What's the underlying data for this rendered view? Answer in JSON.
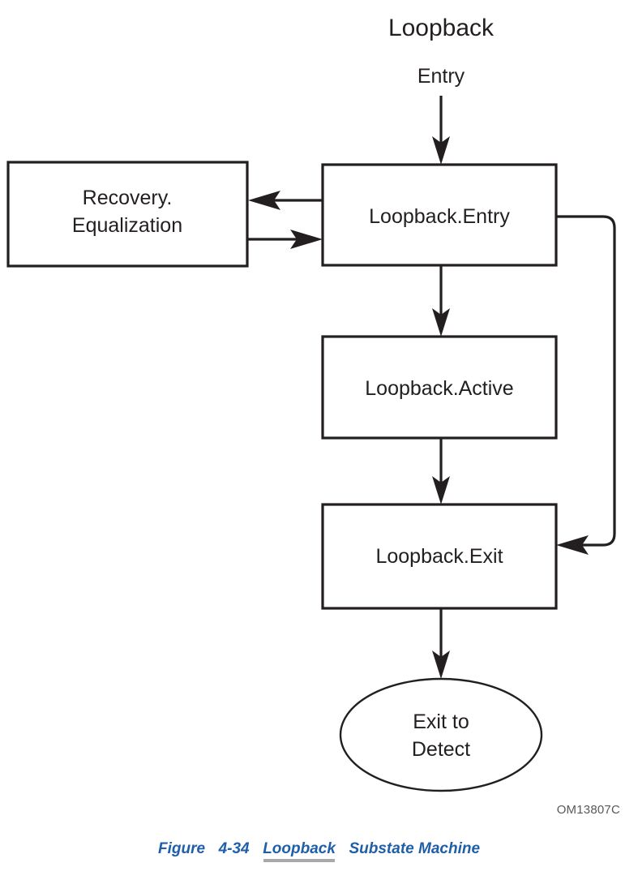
{
  "diagram": {
    "title": "Loopback",
    "entry_label": "Entry",
    "figure_id": "OM13807C",
    "colors": {
      "stroke": "#231f20",
      "background": "#ffffff",
      "caption": "#1f5fa9",
      "figure_id": "#58595b",
      "highlight": "#a7a9ac"
    },
    "nodes": [
      {
        "id": "recovery-equalization",
        "shape": "rect",
        "line1": "Recovery.",
        "line2": "Equalization"
      },
      {
        "id": "loopback-entry",
        "shape": "rect",
        "label": "Loopback.Entry"
      },
      {
        "id": "loopback-active",
        "shape": "rect",
        "label": "Loopback.Active"
      },
      {
        "id": "loopback-exit",
        "shape": "rect",
        "label": "Loopback.Exit"
      },
      {
        "id": "exit-to-detect",
        "shape": "ellipse",
        "line1": "Exit to",
        "line2": "Detect"
      }
    ],
    "edges": [
      {
        "id": "entry-to-loopback-entry",
        "from": "Entry",
        "to": "Loopback.Entry"
      },
      {
        "id": "loopback-entry-to-recovery",
        "from": "Loopback.Entry",
        "to": "Recovery.Equalization"
      },
      {
        "id": "recovery-to-loopback-entry",
        "from": "Recovery.Equalization",
        "to": "Loopback.Entry"
      },
      {
        "id": "loopback-entry-to-active",
        "from": "Loopback.Entry",
        "to": "Loopback.Active"
      },
      {
        "id": "loopback-active-to-exit",
        "from": "Loopback.Active",
        "to": "Loopback.Exit"
      },
      {
        "id": "loopback-entry-bypass-to-exit",
        "from": "Loopback.Entry",
        "to": "Loopback.Exit"
      },
      {
        "id": "loopback-exit-to-detect",
        "from": "Loopback.Exit",
        "to": "Exit to Detect"
      }
    ]
  },
  "caption": {
    "prefix": "Figure",
    "number": "4-34",
    "highlighted_word": "Loopback",
    "rest": "Substate Machine"
  }
}
